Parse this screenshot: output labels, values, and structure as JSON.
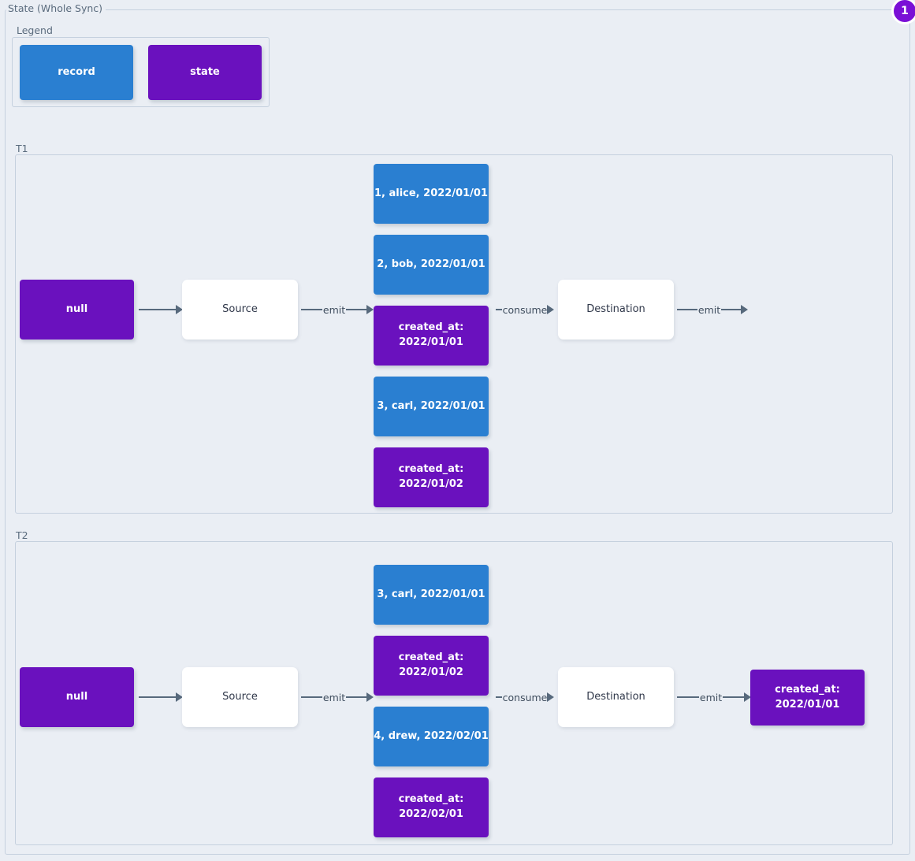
{
  "diagram": {
    "title": "State (Whole Sync)",
    "badge": "1",
    "colors": {
      "record": "#2a7fd1",
      "state": "#6a11be",
      "background": "#eaeef4",
      "border": "#c5d0de",
      "edge": "#57697c",
      "badge": "#7a0fd6"
    }
  },
  "legend": {
    "title": "Legend",
    "items": [
      {
        "label": "record",
        "kind": "record"
      },
      {
        "label": "state",
        "kind": "state"
      }
    ]
  },
  "sections": [
    {
      "title": "T1",
      "start_state": "null",
      "source": "Source",
      "destination": "Destination",
      "edges": {
        "state_to_source": "",
        "source_emit": "emit",
        "consume": "consume",
        "destination_emit": "emit"
      },
      "stream": [
        {
          "kind": "record",
          "label": "1, alice, 2022/01/01"
        },
        {
          "kind": "record",
          "label": "2, bob, 2022/01/01"
        },
        {
          "kind": "state",
          "label": "created_at:\n2022/01/01"
        },
        {
          "kind": "record",
          "label": "3, carl, 2022/01/01"
        },
        {
          "kind": "state",
          "label": "created_at:\n2022/01/02"
        }
      ],
      "output": null
    },
    {
      "title": "T2",
      "start_state": "null",
      "source": "Source",
      "destination": "Destination",
      "edges": {
        "state_to_source": "",
        "source_emit": "emit",
        "consume": "consume",
        "destination_emit": "emit"
      },
      "stream": [
        {
          "kind": "record",
          "label": "3, carl, 2022/01/01"
        },
        {
          "kind": "state",
          "label": "created_at:\n2022/01/02"
        },
        {
          "kind": "record",
          "label": "4, drew, 2022/02/01"
        },
        {
          "kind": "state",
          "label": "created_at:\n2022/02/01"
        }
      ],
      "output": {
        "kind": "state",
        "label": "created_at:\n2022/01/01"
      }
    }
  ]
}
